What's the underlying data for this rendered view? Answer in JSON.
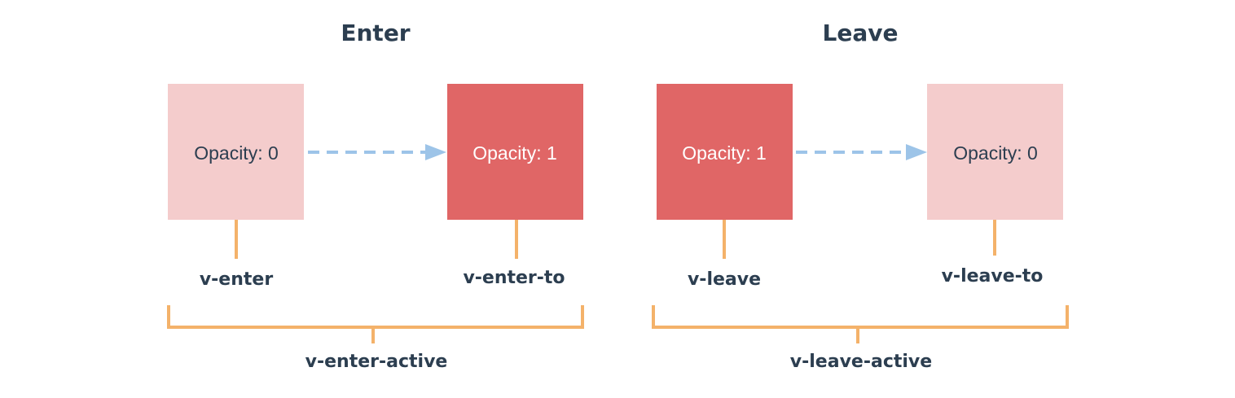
{
  "enter": {
    "title": "Enter",
    "from_box": {
      "label": "Opacity: 0",
      "fill": "#f4cccc",
      "text_color": "#2c3e50"
    },
    "to_box": {
      "label": "Opacity: 1",
      "fill": "#e06666",
      "text_color": "#ffffff"
    },
    "from_class": "v-enter",
    "to_class": "v-enter-to",
    "active_class": "v-enter-active"
  },
  "leave": {
    "title": "Leave",
    "from_box": {
      "label": "Opacity: 1",
      "fill": "#e06666",
      "text_color": "#ffffff"
    },
    "to_box": {
      "label": "Opacity: 0",
      "fill": "#f4cccc",
      "text_color": "#2c3e50"
    },
    "from_class": "v-leave",
    "to_class": "v-leave-to",
    "active_class": "v-leave-active"
  },
  "colors": {
    "bracket": "#f4b26a",
    "arrow": "#9dc4e8",
    "text": "#2c3e50"
  }
}
